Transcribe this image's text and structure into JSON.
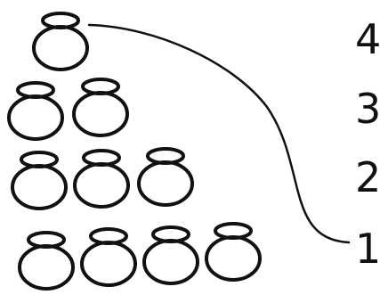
{
  "rows": [
    {
      "count": 1,
      "number": "4"
    },
    {
      "count": 2,
      "number": "3"
    },
    {
      "count": 3,
      "number": "2"
    },
    {
      "count": 4,
      "number": "1"
    }
  ],
  "connector": {
    "from_row": 1,
    "to_number": "1"
  },
  "colors": {
    "ink": "#111111",
    "background": "#ffffff"
  }
}
